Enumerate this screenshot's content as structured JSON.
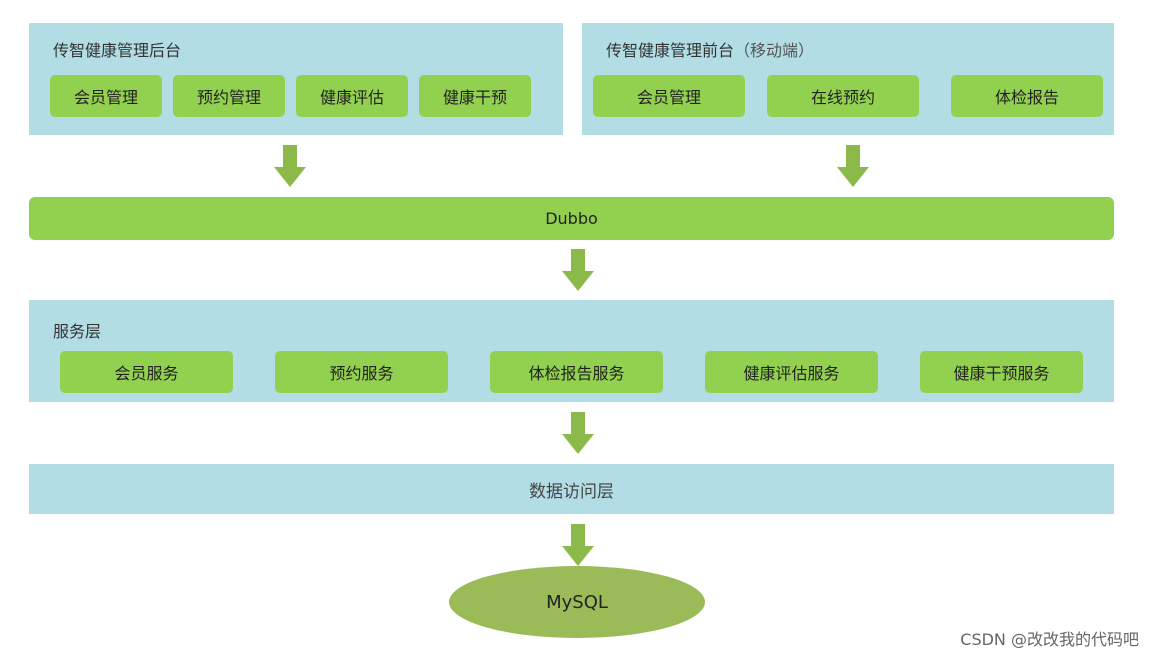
{
  "admin_panel": {
    "title": "传智健康管理后台",
    "items": [
      "会员管理",
      "预约管理",
      "健康评估",
      "健康干预"
    ]
  },
  "front_panel": {
    "title": "传智健康管理前台",
    "subtitle": "（移动端）",
    "items": [
      "会员管理",
      "在线预约",
      "体检报告"
    ]
  },
  "rpc": {
    "label": "Dubbo"
  },
  "service_layer": {
    "title": "服务层",
    "items": [
      "会员服务",
      "预约服务",
      "体检报告服务",
      "健康评估服务",
      "健康干预服务"
    ]
  },
  "data_access_layer": {
    "label": "数据访问层"
  },
  "database": {
    "label": "MySQL"
  },
  "watermark": "CSDN @改改我的代码吧",
  "colors": {
    "panel": "#b3dde5",
    "chip": "#92d050",
    "arrow": "#8cba4a",
    "database": "#9bbb59"
  }
}
